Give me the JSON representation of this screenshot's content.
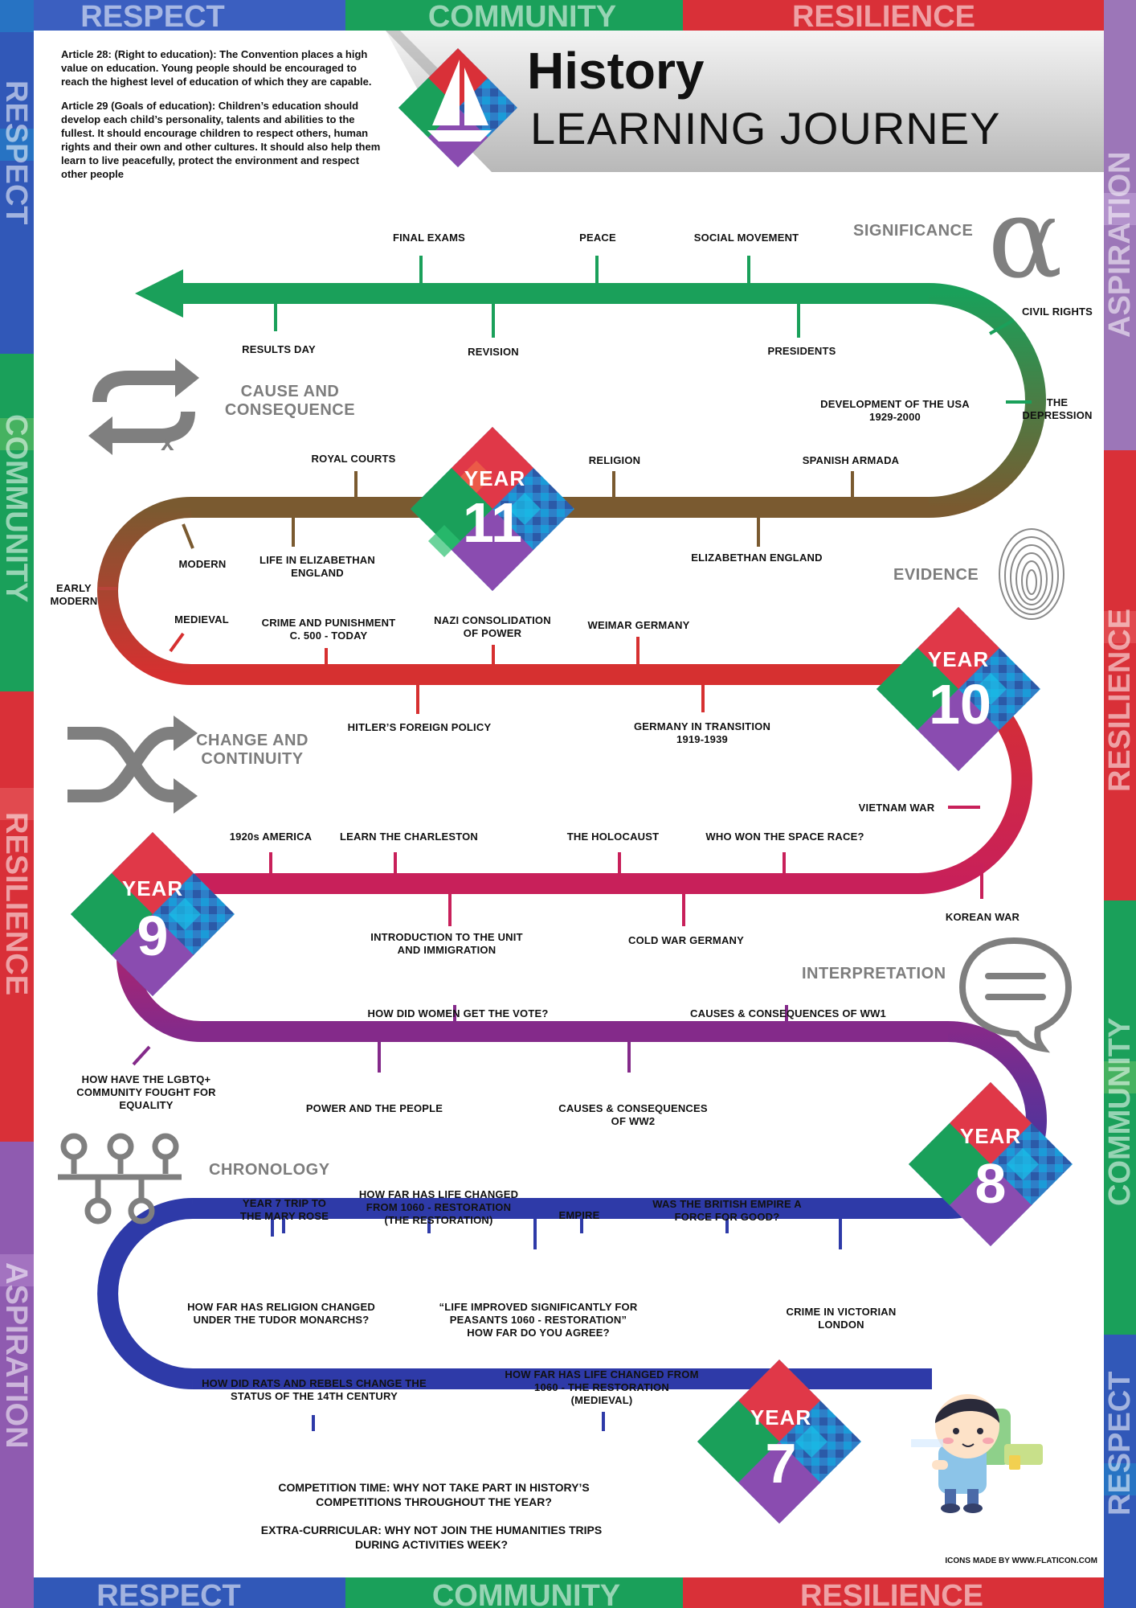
{
  "border": {
    "words": [
      "RESPECT",
      "COMMUNITY",
      "RESILIENCE",
      "ASPIRATION"
    ]
  },
  "header": {
    "title": "History",
    "subtitle": "LEARNING JOURNEY",
    "article_28": "Article 28: (Right to education): The Convention places a high value on education. Young people should be encouraged to reach the highest level of education of which they are capable.",
    "article_29": "Article 29 (Goals of education): Children’s education should develop each child’s personality, talents and abilities to the fullest. It should encourage children to respect others, human rights and their own and other cultures. It should also help them learn to live peacefully, protect the environment and respect other people",
    "logo_icon": "sailboat-logo"
  },
  "skills": {
    "significance": "SIGNIFICANCE",
    "cause_consequence": "CAUSE AND\nCONSEQUENCE",
    "evidence": "EVIDENCE",
    "change_continuity": "CHANGE AND\nCONTINUITY",
    "interpretation": "INTERPRETATION",
    "chronology": "CHRONOLOGY"
  },
  "years": [
    {
      "word": "YEAR",
      "number": "11"
    },
    {
      "word": "YEAR",
      "number": "10"
    },
    {
      "word": "YEAR",
      "number": "9"
    },
    {
      "word": "YEAR",
      "number": "8"
    },
    {
      "word": "YEAR",
      "number": "7"
    }
  ],
  "topics": {
    "final_exams": "FINAL EXAMS",
    "peace": "PEACE",
    "social_movement": "SOCIAL MOVEMENT",
    "results_day": "RESULTS DAY",
    "revision": "REVISION",
    "presidents": "PRESIDENTS",
    "civil_rights": "CIVIL RIGHTS",
    "usa": "DEVELOPMENT OF THE USA\n1929-2000",
    "depression": "THE\nDEPRESSION",
    "royal_courts": "ROYAL COURTS",
    "religion": "RELIGION",
    "spanish_armada": "SPANISH ARMADA",
    "modern": "MODERN",
    "elizabethan_life": "LIFE IN  ELIZABETHAN\nENGLAND",
    "elizabethan_england": "ELIZABETHAN ENGLAND",
    "early_modern": "EARLY\nMODERN",
    "medieval": "MEDIEVAL",
    "crime_punishment": "CRIME AND PUNISHMENT\nC. 500 - TODAY",
    "nazi": "NAZI CONSOLIDATION\nOF POWER",
    "weimar": "WEIMAR GERMANY",
    "hitler": "HITLER’S FOREIGN POLICY",
    "germany_transition": "GERMANY IN TRANSITION\n1919-1939",
    "vietnam": "VIETNAM WAR",
    "korean": "KOREAN WAR",
    "america_1920s": "1920s AMERICA",
    "charleston": "LEARN THE CHARLESTON",
    "holocaust": "THE HOLOCAUST",
    "space_race": "WHO WON THE SPACE RACE?",
    "immigration": "INTRODUCTION TO THE UNIT\nAND IMMIGRATION",
    "cold_war": "COLD WAR GERMANY",
    "women_vote": "HOW DID WOMEN GET THE VOTE?",
    "ww1": "CAUSES & CONSEQUENCES OF WW1",
    "lgbtq": "HOW HAVE THE LGBTQ+\nCOMMUNITY FOUGHT FOR\nEQUALITY",
    "power_people": "POWER AND THE PEOPLE",
    "ww2": "CAUSES & CONSEQUENCES\nOF WW2",
    "mary_rose": "YEAR 7 TRIP TO\nTHE MARY ROSE",
    "life_changed_restoration": "HOW FAR HAS LIFE CHANGED\nFROM 1060 - RESTORATION\n(THE RESTORATION)",
    "empire": "EMPIRE",
    "british_empire": "WAS THE BRITISH EMPIRE A\nFORCE FOR GOOD?",
    "tudor_religion": "HOW FAR HAS RELIGION CHANGED\nUNDER THE TUDOR MONARCHS?",
    "peasants": "“LIFE IMPROVED SIGNIFICANTLY FOR\nPEASANTS 1060 - RESTORATION”\nHOW FAR DO YOU AGREE?",
    "victorian_crime": "CRIME IN VICTORIAN\nLONDON",
    "rats_rebels": "HOW DID RATS AND REBELS CHANGE THE\nSTATUS OF THE 14TH CENTURY",
    "life_changed_medieval": "HOW FAR HAS LIFE CHANGED FROM\n1060 - THE RESTORATION\n(MEDIEVAL)"
  },
  "footer": {
    "competition": "COMPETITION TIME: WHY NOT TAKE PART IN HISTORY’S\nCOMPETITIONS THROUGHOUT THE YEAR?",
    "extra_curricular": "EXTRA-CURRICULAR: WHY NOT JOIN THE HUMANITIES TRIPS\nDURING ACTIVITIES WEEK?",
    "credits": "ICONS MADE BY WWW.FLATICON.COM"
  },
  "colors": {
    "green": "#1aa05a",
    "brown": "#7a5a30",
    "red": "#d63030",
    "crimson": "#c8205a",
    "purple": "#842a8a",
    "blue": "#2e3aa8",
    "grey_icon": "#808080"
  },
  "icons": {
    "significance": "alpha-icon",
    "cause_consequence": "cycle-arrows-icon",
    "evidence": "fingerprint-icon",
    "change_continuity": "shuffle-icon",
    "interpretation": "speech-bubble-icon",
    "chronology": "timeline-nodes-icon",
    "student": "student-backpack-icon"
  }
}
